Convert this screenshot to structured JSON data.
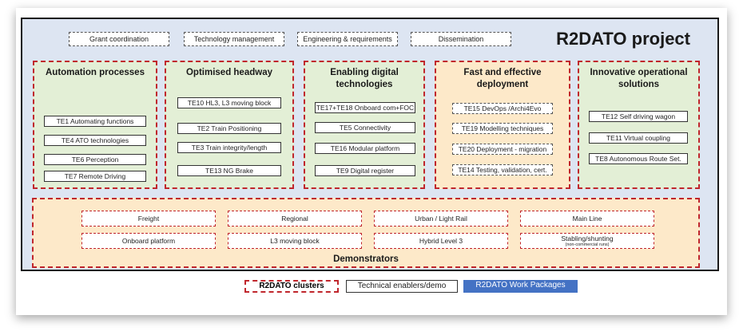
{
  "project_title": "R2DATO project",
  "work_packages": [
    "Grant coordination",
    "Technology management",
    "Engineering & requirements",
    "Dissemination"
  ],
  "clusters": [
    {
      "title": "Automation processes",
      "enablers": [
        "TE1 Automating functions",
        "TE4 ATO technologies",
        "TE6 Perception",
        "TE7 Remote Driving"
      ]
    },
    {
      "title": "Optimised headway",
      "enablers": [
        "TE10 HL3, L3 moving block",
        "TE2 Train Positioning",
        "TE3 Train integrity/length",
        "TE13 NG Brake"
      ]
    },
    {
      "title": "Enabling digital technologies",
      "enablers": [
        "TE17+TE18 Onboard com+FOC",
        "TE5 Connectivity",
        "TE16 Modular platform",
        "TE9 Digital register"
      ]
    },
    {
      "title": "Fast and effective deployment",
      "enablers": [
        "TE15 DevOps /Archi4Evo",
        "TE19 Modelling techniques",
        "TE20 Deployment - migration",
        "TE14 Testing, validation, cert."
      ]
    },
    {
      "title": "Innovative operational solutions",
      "enablers": [
        "TE12 Self driving wagon",
        "TE11 Virtual coupling",
        "TE8 Autonomous Route Set."
      ]
    }
  ],
  "demonstrators": {
    "title": "Demonstrators",
    "items": [
      "Freight",
      "Regional",
      "Urban / Light Rail",
      "Main Line",
      "Onboard platform",
      "L3 moving block",
      "Hybrid Level 3",
      "Stabling/shunting"
    ],
    "stabling_note": "(non-commercial runs)"
  },
  "legend": {
    "clusters": "R2DATO clusters",
    "enablers": "Technical enablers/demo",
    "work_packages": "R2DATO Work Packages"
  },
  "colors": {
    "panel": "#dde5f2",
    "cluster_green": "#e3efd6",
    "cluster_yellow": "#fde9c9",
    "dashed_red": "#c0262c",
    "wp_blue": "#4472c4"
  }
}
